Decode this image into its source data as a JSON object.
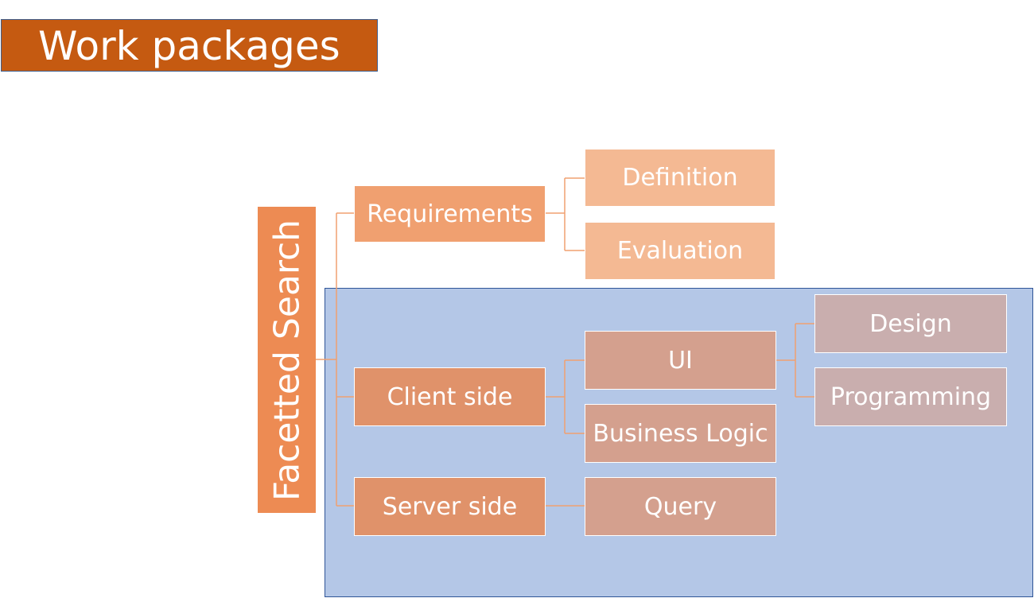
{
  "title": "Work packages",
  "root": {
    "label": "Facetted Search"
  },
  "nodes": {
    "requirements": "Requirements",
    "definition": "Definition",
    "evaluation": "Evaluation",
    "client_side": "Client side",
    "ui": "UI",
    "business_logic": "Business  Logic",
    "design": "Design",
    "programming": "Programming",
    "server_side": "Server side",
    "query": "Query"
  },
  "colors": {
    "title_bg": "#c55a11",
    "root_bg": "#ed8b53",
    "highlight_bg": "#b4c7e7",
    "highlight_border": "#2f5597",
    "connector": "#f0a070"
  }
}
